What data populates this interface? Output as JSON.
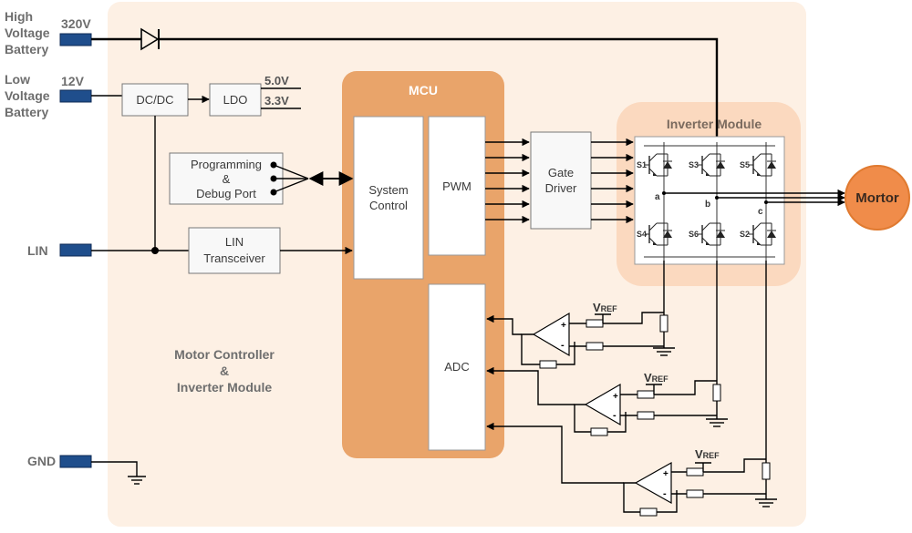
{
  "colors": {
    "panel": "#fdf0e4",
    "mcu": "#e9a46a",
    "inverter": "#fbd9bf",
    "motor": "#f08c4a",
    "motor_border": "#e07a30",
    "connector": "#1f4e8c"
  },
  "supplies": {
    "hv_label": [
      "High",
      "Voltage",
      "Battery"
    ],
    "hv_voltage": "320V",
    "lv_label": [
      "Low",
      "Voltage",
      "Battery"
    ],
    "lv_voltage": "12V",
    "lin": "LIN",
    "gnd": "GND"
  },
  "blocks": {
    "dcdc": "DC/DC",
    "ldo": "LDO",
    "rail_5v": "5.0V",
    "rail_3v3": "3.3V",
    "prog": [
      "Programming",
      "&",
      "Debug Port"
    ],
    "lin_xcvr": [
      "LIN",
      "Transceiver"
    ],
    "mcu": "MCU",
    "sys_ctrl": [
      "System",
      "Control"
    ],
    "pwm": "PWM",
    "adc": "ADC",
    "gate_driver": [
      "Gate",
      "Driver"
    ],
    "inverter": "Inverter  Module",
    "motor": "Mortor",
    "panel_caption": [
      "Motor Controller",
      "&",
      "Inverter Module"
    ]
  },
  "inverter": {
    "switches_top": [
      "S1",
      "S3",
      "S5"
    ],
    "switches_bottom": [
      "S4",
      "S6",
      "S2"
    ],
    "phases": [
      "a",
      "b",
      "c"
    ]
  },
  "sense": {
    "vref_main": "V",
    "vref_sub": "REF",
    "plus": "+",
    "minus": "-"
  }
}
